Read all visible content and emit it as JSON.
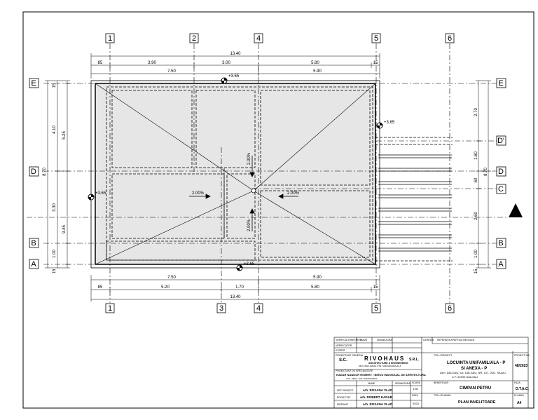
{
  "grid": {
    "x_labels": [
      "1",
      "2",
      "4",
      "5",
      "6"
    ],
    "x_labels_bottom": [
      "1",
      "3",
      "4",
      "5",
      "6"
    ],
    "y_labels": [
      "E",
      "D",
      "B",
      "A"
    ],
    "y_labels_right": [
      "E",
      "D'",
      "D",
      "C",
      "B",
      "A"
    ]
  },
  "dims": {
    "top_total": "13.40",
    "top_segments": [
      "85",
      "3.90",
      "3.00",
      "5.80",
      "15"
    ],
    "top_row2": [
      "7.50",
      "5.90"
    ],
    "bottom_row1": [
      "7.50",
      "5.90"
    ],
    "bottom_segments": [
      "85",
      "5.20",
      "1.70",
      "5.80",
      "15"
    ],
    "bottom_total": "13.40",
    "left_outer": "9.45",
    "left_segments": [
      "15",
      "4.10",
      "5.25",
      "8.70",
      "3.30",
      "1.00",
      "15"
    ],
    "right_segments": [
      "2.70",
      "1.60",
      "60",
      "8.70",
      "2.60",
      "1.00",
      "15"
    ]
  },
  "levels": {
    "top_entry": "+3.65",
    "right_entry": "+3.65",
    "left_entry": "+3.65",
    "bottom_entry": "+3.65"
  },
  "slopes": [
    "2.00%",
    "2.00%",
    "2.00%",
    "2.00%"
  ],
  "title_block": {
    "header_cols": [
      "VERIFICATOR/EXPERT",
      "NUME",
      "SEMNATURA",
      "CERINTA",
      "REFERAT/EXPERTIZA NR./DATA"
    ],
    "rows_left": [
      "VERIFICATOR",
      "EXPERT"
    ],
    "firm_prefix": "S.C.",
    "firm_name": "RIVOHAUS",
    "firm_suffix": "S.R.L.",
    "firm_sub": "ARCHITECTURE & ENGINEERING",
    "firm_addr": "MUN. BAIA MARE, STR. MARAMURESULUI",
    "proiectant_general_label": "PROIECTANT GENERAL",
    "proiectant_de_specialitate_label": "PROIECTANT DE SPECIALITATE",
    "specialist_name": "KADAR NANDOR ROBERT / BIROU INDIVIDUAL DE ARHITECTURA",
    "specialist_addr": "LOC. SEINI, JUD. MARAMURES",
    "titlu_proiect_label": "TITLU PROIECT",
    "project_title_1": "LOCUINTA UNIFAMILIALA - P",
    "project_title_2": "SI ANEXA - P",
    "project_addr": "com. DALGAU, loc. DALGAU, NR. 137, JUD. SALAJ,",
    "project_addr_2": "C.F. 52199 DALGAU",
    "proiect_nr_label": "PROIECT NR.",
    "proiect_nr": "48/2023",
    "beneficiar_label": "BENEFICIAR",
    "beneficiar": "CIMPAN PETRU",
    "faza_label": "FAZA",
    "faza": "D.T.A.C.",
    "titlu_plansa_label": "TITLU PLANSA",
    "plan_title": "PLAN INVELITOARE",
    "plansa_label": "PLANSA",
    "plansa_nr": "A4",
    "scara_label": "SCARA",
    "scara": "1:50",
    "data_label": "DATA",
    "data": "2023",
    "roles": [
      "SEF PROIECT",
      "PROIECTAT",
      "DESENAT"
    ],
    "persons": [
      "arh. ROXANA VLAD",
      "arh. ROBERT KADAR",
      "arh. ROXANA VLAD"
    ],
    "nume_label": "NUME",
    "semnatura_label": "SEMNATURA"
  }
}
